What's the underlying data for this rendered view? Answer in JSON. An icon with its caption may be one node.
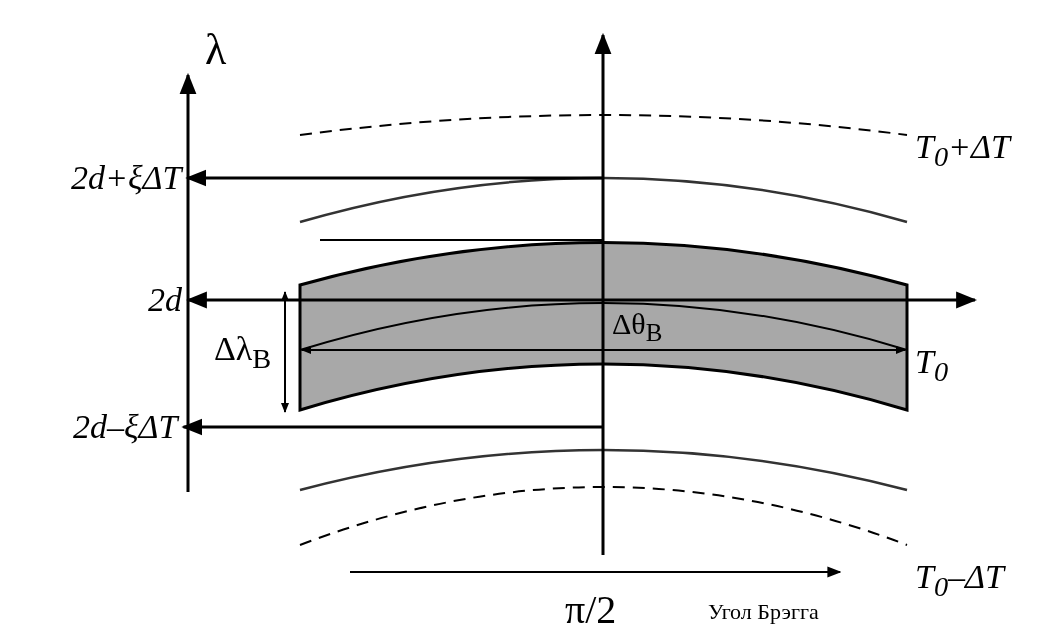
{
  "diagram": {
    "nodes": [
      {
        "text": [
          "2d+ξΔT"
        ]
      },
      {
        "text": [
          "2d"
        ]
      },
      {
        "text": [
          "2d–ξΔT"
        ]
      },
      {
        "text": [],
        "shape": "curve"
      }
    ],
    "edges": [
      {
        "from": 3,
        "to": 0,
        "arrow": "to"
      },
      {
        "from": null,
        "to": 1,
        "arrow": "both"
      },
      {
        "from": null,
        "to": 2,
        "arrow": "to"
      }
    ],
    "labels": [
      "λ",
      "T$_{0}$+ΔT",
      "Δλ$_{В}$",
      "Δθ$_{В}$",
      "T$_{0}$",
      "T$_{0}$–ΔT",
      "π/2",
      "Угол Брэгга"
    ]
  }
}
